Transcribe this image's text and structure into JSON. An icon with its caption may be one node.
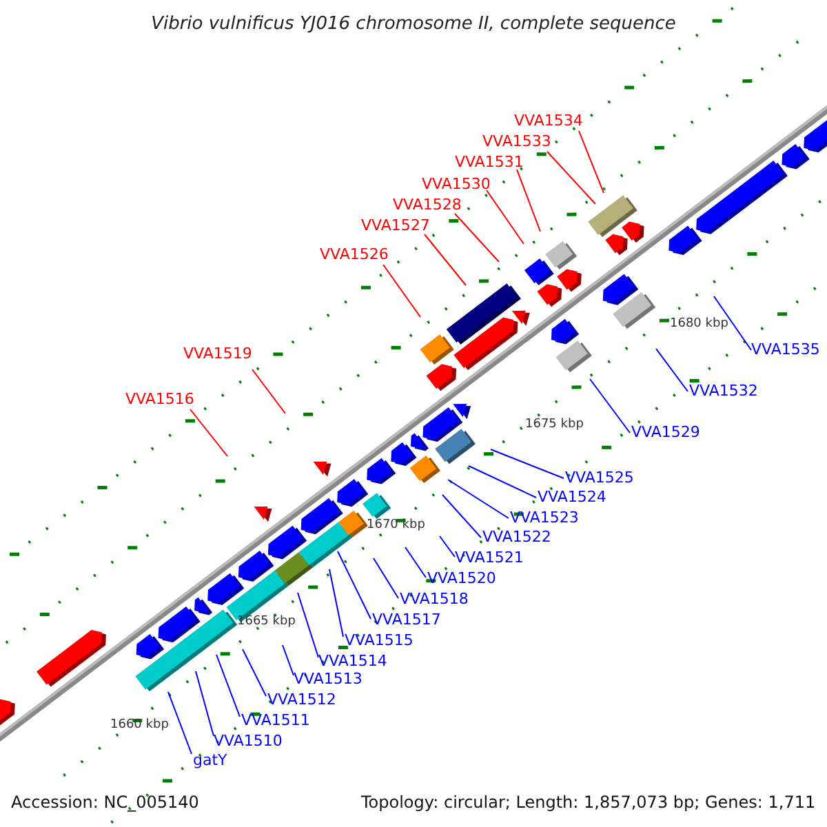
{
  "diagram": {
    "title": "Vibrio vulnificus YJ016 chromosome II, complete sequence",
    "nodes": [
      {
        "text": [
          "VVA1534"
        ]
      },
      {
        "text": [
          "VVA1533"
        ]
      },
      {
        "text": [
          "VVA1531"
        ]
      },
      {
        "text": [
          "VVA1530"
        ]
      },
      {
        "text": [
          "VVA1528"
        ]
      },
      {
        "text": [
          "VVA1527"
        ]
      },
      {
        "text": [
          "VVA1526"
        ]
      },
      {
        "text": [
          "VVA1535"
        ]
      },
      {
        "text": [
          "VVA1519"
        ]
      },
      {
        "text": [
          "VVA1532"
        ]
      },
      {
        "text": [
          "VVA1516"
        ]
      },
      {
        "text": [
          "VVA1529"
        ]
      },
      {
        "text": [
          "VVA1525"
        ]
      },
      {
        "text": [
          "VVA1524"
        ]
      },
      {
        "text": [
          "VVA1523"
        ]
      },
      {
        "text": [
          "VVA1522"
        ]
      },
      {
        "text": [
          "VVA1521"
        ]
      },
      {
        "text": [
          "VVA1520"
        ]
      },
      {
        "text": [
          "VVA1518"
        ]
      },
      {
        "text": [
          "VVA1517"
        ]
      },
      {
        "text": [
          "VVA1515"
        ]
      },
      {
        "text": [
          "VVA1514"
        ]
      },
      {
        "text": [
          "VVA1513"
        ]
      },
      {
        "text": [
          "VVA1512"
        ]
      },
      {
        "text": [
          "VVA1511"
        ]
      },
      {
        "text": [
          "VVA1510"
        ]
      },
      {
        "text": [
          "gatY"
        ]
      }
    ],
    "edges": [
      {
        "from": 0,
        "to": null,
        "arrow": "none",
        "color": "#ff0000"
      },
      {
        "from": 1,
        "to": null,
        "arrow": "none",
        "color": "#ff0000"
      },
      {
        "from": 2,
        "to": null,
        "arrow": "none",
        "color": "#ff0000"
      },
      {
        "from": 3,
        "to": null,
        "arrow": "none",
        "color": "#ff0000"
      },
      {
        "from": 4,
        "to": null,
        "arrow": "none",
        "color": "#ff0000"
      },
      {
        "from": 5,
        "to": null,
        "arrow": "none",
        "color": "#ff0000"
      },
      {
        "from": 6,
        "to": null,
        "arrow": "none",
        "color": "#ff0000"
      },
      {
        "from": 7,
        "to": null,
        "arrow": "none"
      },
      {
        "from": 8,
        "to": null,
        "arrow": "none",
        "color": "#ff0000"
      },
      {
        "from": 9,
        "to": null,
        "arrow": "none"
      },
      {
        "from": 10,
        "to": null,
        "arrow": "none",
        "color": "#ff0000"
      },
      {
        "from": 11,
        "to": null,
        "arrow": "none"
      },
      {
        "from": 12,
        "to": null,
        "arrow": "none"
      },
      {
        "from": 13,
        "to": null,
        "arrow": "none"
      },
      {
        "from": 14,
        "to": null,
        "arrow": "none"
      },
      {
        "from": 15,
        "to": null,
        "arrow": "none"
      },
      {
        "from": 16,
        "to": null,
        "arrow": "none"
      },
      {
        "from": 17,
        "to": null,
        "arrow": "none"
      },
      {
        "from": 18,
        "to": null,
        "arrow": "none"
      },
      {
        "from": 19,
        "to": null,
        "arrow": "none"
      },
      {
        "from": 20,
        "to": null,
        "arrow": "none"
      },
      {
        "from": 21,
        "to": null,
        "arrow": "none"
      },
      {
        "from": 22,
        "to": null,
        "arrow": "none"
      },
      {
        "from": 23,
        "to": null,
        "arrow": "none"
      },
      {
        "from": 24,
        "to": null,
        "arrow": "none"
      },
      {
        "from": 25,
        "to": null,
        "arrow": "none"
      },
      {
        "from": 26,
        "to": null,
        "arrow": "none"
      }
    ],
    "labels": [
      "1680 kbp",
      "1675 kbp",
      "1670 kbp",
      "1665 kbp",
      "1660 kbp",
      "Accession: NC_005140",
      "Topology: circular; Length: 1,857,073 bp; Genes: 1,711"
    ]
  }
}
